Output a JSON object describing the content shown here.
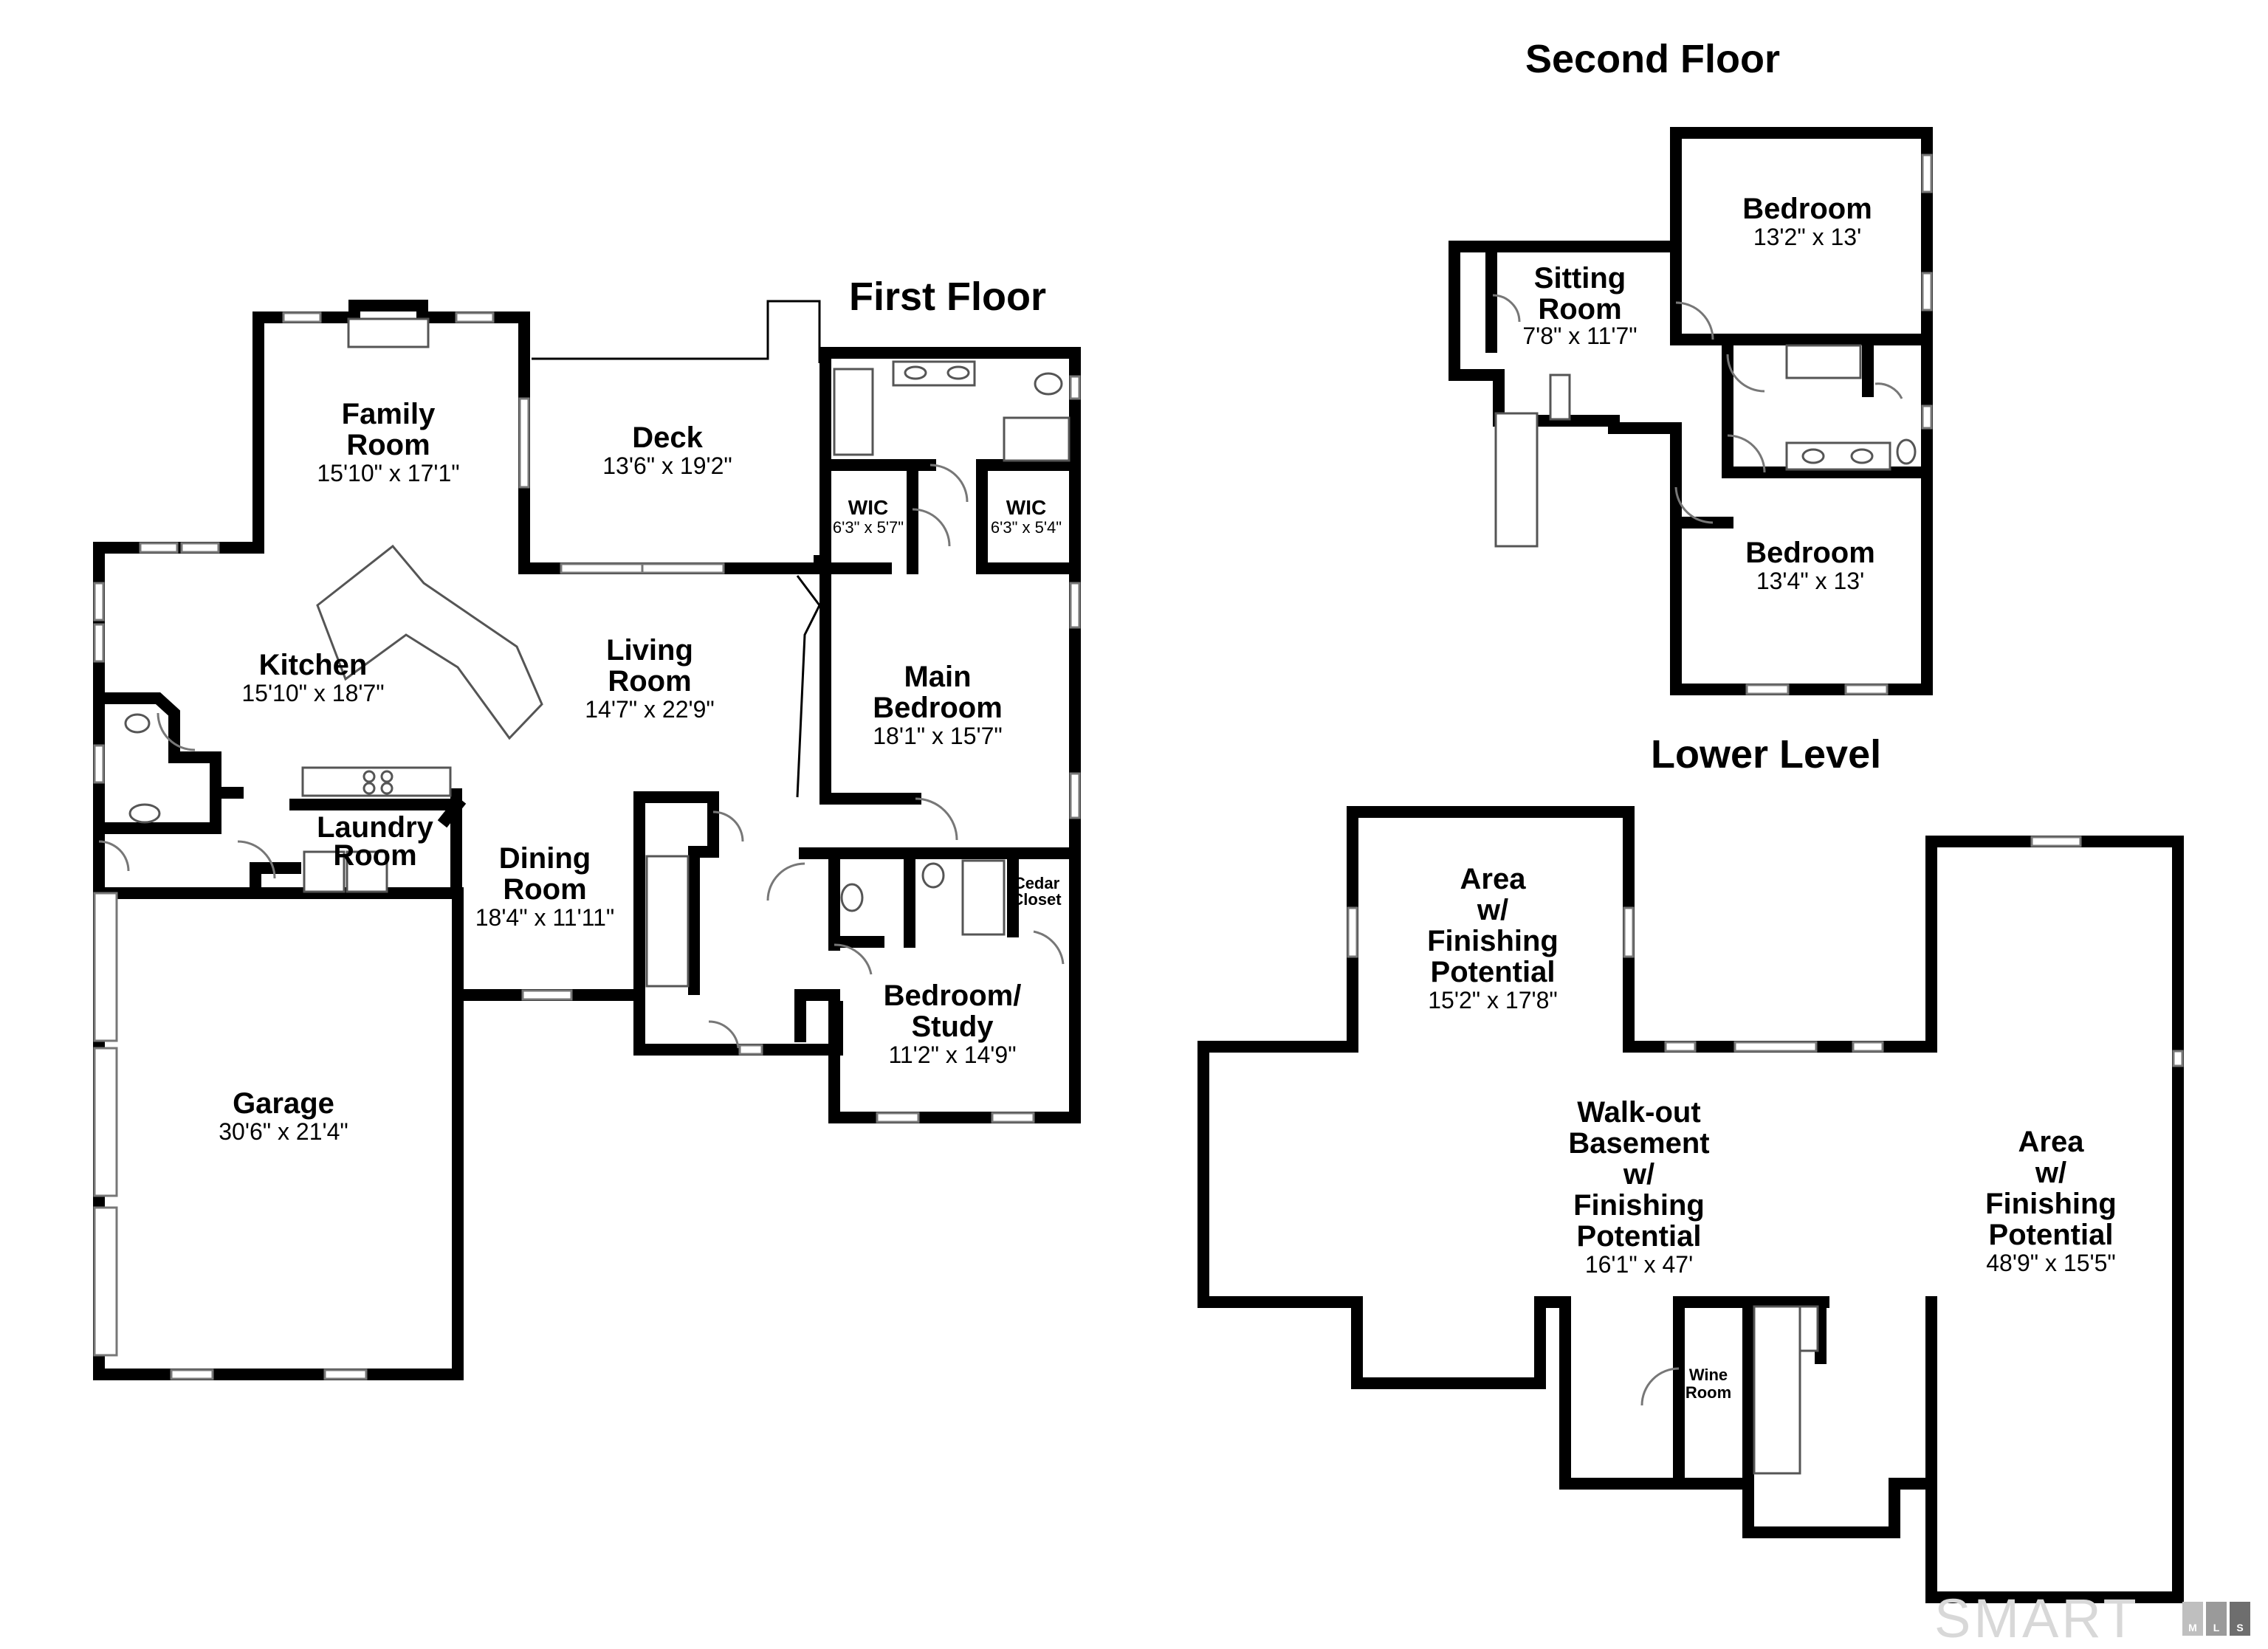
{
  "floors": {
    "first": {
      "title": "First Floor",
      "rooms": {
        "family_room": {
          "name_1": "Family",
          "name_2": "Room",
          "dims": "15'10\" x 17'1\""
        },
        "deck": {
          "name": "Deck",
          "dims": "13'6\" x 19'2\""
        },
        "wic_1": {
          "name": "WIC",
          "dims": "6'3\" x 5'7\""
        },
        "wic_2": {
          "name": "WIC",
          "dims": "6'3\" x 5'4\""
        },
        "kitchen": {
          "name": "Kitchen",
          "dims": "15'10\" x 18'7\""
        },
        "living_room": {
          "name_1": "Living",
          "name_2": "Room",
          "dims": "14'7\" x 22'9\""
        },
        "main_bedroom": {
          "name_1": "Main",
          "name_2": "Bedroom",
          "dims": "18'1\" x 15'7\""
        },
        "laundry_room": {
          "name_1": "Laundry",
          "name_2": "Room"
        },
        "dining_room": {
          "name_1": "Dining",
          "name_2": "Room",
          "dims": "18'4\" x 11'11\""
        },
        "cedar_closet": {
          "name_1": "Cedar",
          "name_2": "Closet"
        },
        "bedroom_study": {
          "name_1": "Bedroom/",
          "name_2": "Study",
          "dims": "11'2\" x 14'9\""
        },
        "garage": {
          "name": "Garage",
          "dims": "30'6\" x 21'4\""
        }
      }
    },
    "second": {
      "title": "Second Floor",
      "rooms": {
        "bedroom_1": {
          "name": "Bedroom",
          "dims": "13'2\" x 13'"
        },
        "sitting_room": {
          "name_1": "Sitting",
          "name_2": "Room",
          "dims": "7'8\" x 11'7\""
        },
        "bedroom_2": {
          "name": "Bedroom",
          "dims": "13'4\" x 13'"
        }
      }
    },
    "lower": {
      "title": "Lower Level",
      "rooms": {
        "area_1": {
          "name_1": "Area",
          "name_2": "w/",
          "name_3": "Finishing",
          "name_4": "Potential",
          "dims": "15'2\" x 17'8\""
        },
        "basement": {
          "name_1": "Walk-out",
          "name_2": "Basement",
          "name_3": "w/",
          "name_4": "Finishing",
          "name_5": "Potential",
          "dims": "16'1\" x 47'"
        },
        "area_2": {
          "name_1": "Area",
          "name_2": "w/",
          "name_3": "Finishing",
          "name_4": "Potential",
          "dims": "48'9\" x 15'5\""
        },
        "wine_room": {
          "name_1": "Wine",
          "name_2": "Room"
        }
      }
    }
  },
  "logo": {
    "text": "SMART",
    "badge_1": "M",
    "badge_2": "L",
    "badge_3": "S"
  }
}
